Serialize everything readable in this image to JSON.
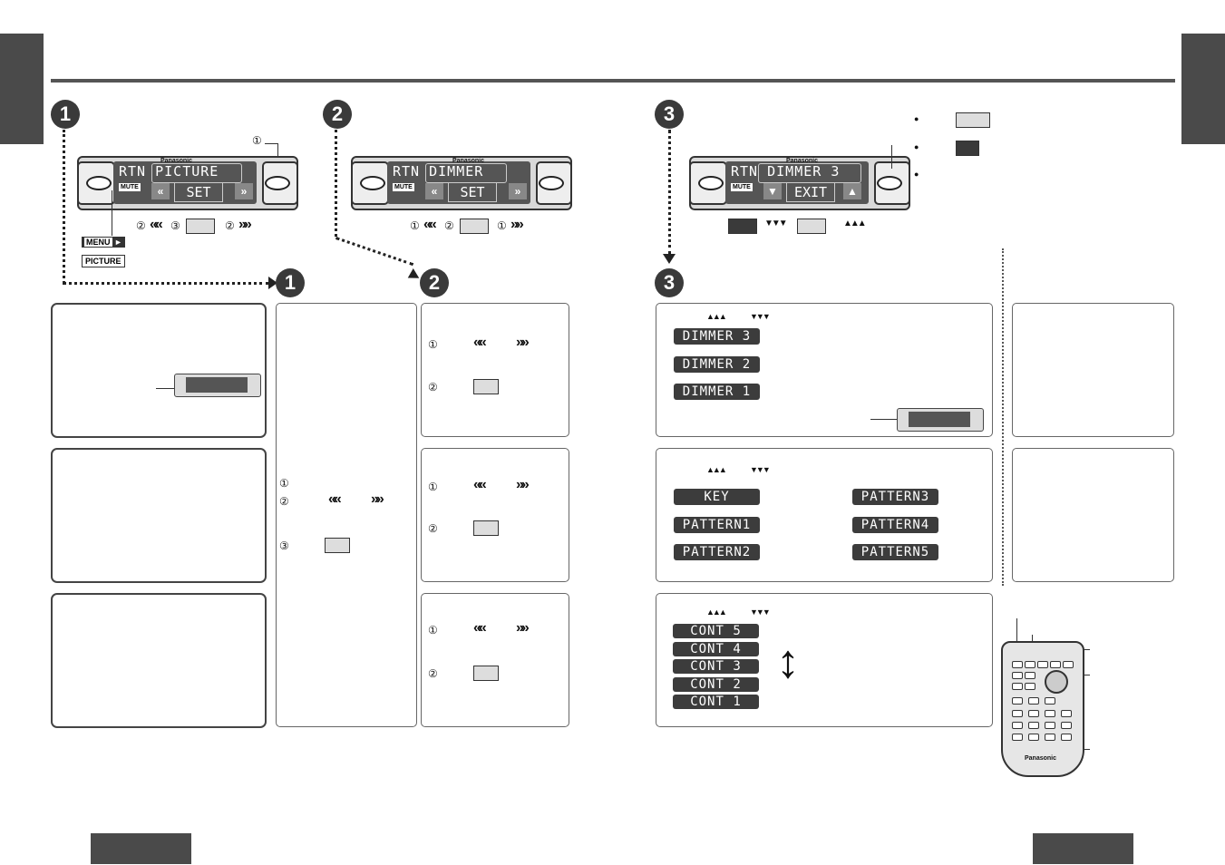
{
  "display_texts": {
    "picture": "RTN PICTURE",
    "dimmer": "RTN DIMMER",
    "dimmer3": "RTN DIMMER 3",
    "set": "SET",
    "exit": "EXIT",
    "brand": "Panasonic",
    "mute": "MUTE"
  },
  "labels": {
    "menu": "MENU",
    "menu_arrow": "►",
    "picture": "PICTURE",
    "remote_brand": "Panasonic"
  },
  "circles": {
    "c1": "①",
    "c2": "②",
    "c3": "③"
  },
  "steps": {
    "s1": "1",
    "s2": "2",
    "s3": "3"
  },
  "dimmer_levels": [
    "DIMMER 3",
    "DIMMER 2",
    "DIMMER 1"
  ],
  "patterns_left": [
    "KEY",
    "PATTERN1",
    "PATTERN2"
  ],
  "patterns_right": [
    "PATTERN3",
    "PATTERN4",
    "PATTERN5"
  ],
  "cont_levels": [
    "CONT 5",
    "CONT 4",
    "CONT 3",
    "CONT 2",
    "CONT 1"
  ],
  "bullet": "●",
  "up_down_arrow": "↕",
  "icons": {
    "left": "chevron-double-left-icon",
    "right": "chevron-double-right-icon",
    "up": "triangle-up-icon",
    "down": "triangle-down-icon"
  }
}
